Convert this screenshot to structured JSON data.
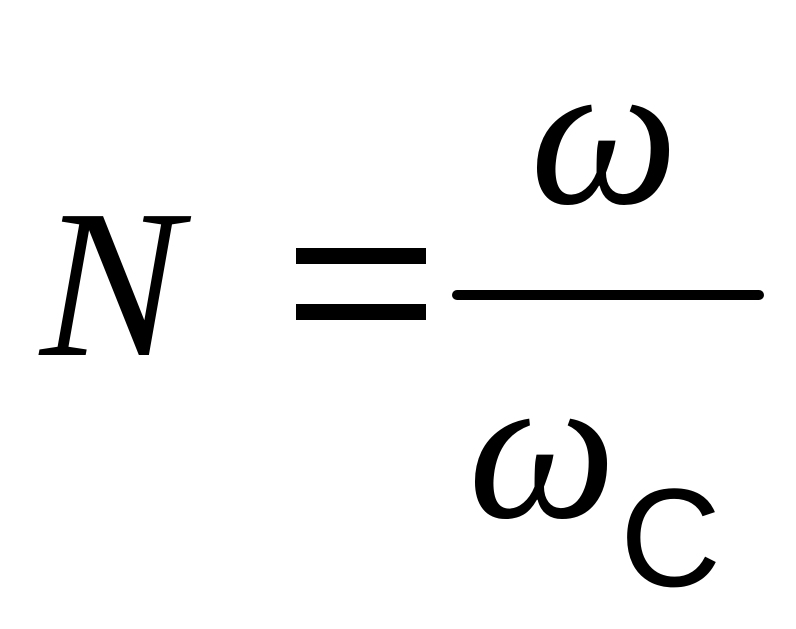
{
  "formula": {
    "lhs": "N",
    "numerator": "ω",
    "denominator": "ω",
    "denominator_subscript": "C"
  }
}
